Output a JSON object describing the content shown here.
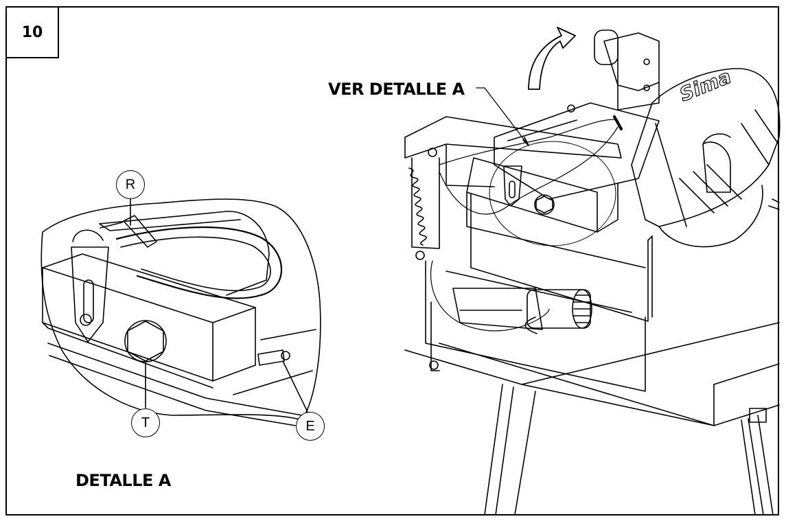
{
  "figure": {
    "number": "10"
  },
  "labels": {
    "see_detail": "VER DETALLE A",
    "detail_title": "DETALLE A"
  },
  "callouts": {
    "r": "R",
    "t": "T",
    "e": "E"
  },
  "brand": {
    "logo_text": "Sima"
  },
  "colors": {
    "line": "#000000",
    "background": "#ffffff"
  }
}
